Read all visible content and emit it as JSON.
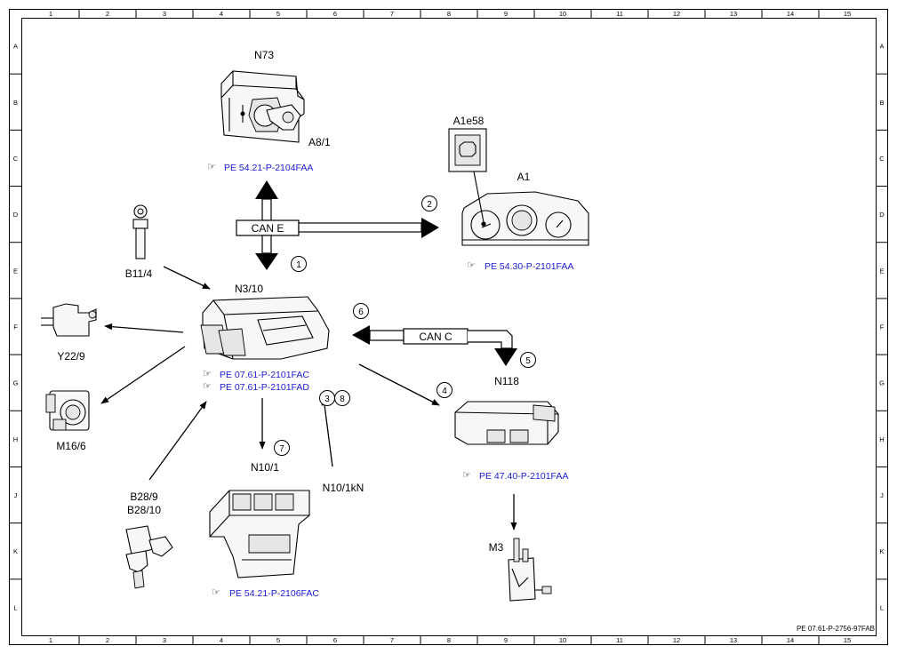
{
  "frame": {
    "col_numbers": [
      "1",
      "2",
      "3",
      "4",
      "5",
      "6",
      "7",
      "8",
      "9",
      "10",
      "11",
      "12",
      "13",
      "14",
      "15"
    ],
    "row_letters": [
      "A",
      "B",
      "C",
      "D",
      "E",
      "F",
      "G",
      "H",
      "J",
      "K",
      "L"
    ]
  },
  "components": {
    "n73": {
      "label": "N73",
      "sub_label": "A8/1",
      "ref": "PE 54.21-P-2104FAA"
    },
    "a1": {
      "label": "A1",
      "sub_label": "A1e58",
      "ref": "PE 54.30-P-2101FAA"
    },
    "b11_4": {
      "label": "B11/4"
    },
    "n3_10": {
      "label": "N3/10",
      "refs": [
        "PE 07.61-P-2101FAC",
        "PE 07.61-P-2101FAD"
      ]
    },
    "y22_9": {
      "label": "Y22/9"
    },
    "m16_6": {
      "label": "M16/6"
    },
    "b28": {
      "label_1": "B28/9",
      "label_2": "B28/10"
    },
    "n10_1": {
      "label": "N10/1",
      "ref": "PE 54.21-P-2106FAC"
    },
    "n10_1kn": {
      "label": "N10/1kN"
    },
    "n118": {
      "label": "N118",
      "ref": "PE 47.40-P-2101FAA"
    },
    "m3": {
      "label": "M3"
    }
  },
  "buses": {
    "can_e": "CAN E",
    "can_c": "CAN C"
  },
  "callouts": [
    "1",
    "2",
    "3",
    "4",
    "5",
    "6",
    "7",
    "8"
  ],
  "ref_icon": "pointing-hand-icon",
  "doc_id": "PE 07.61-P-2756-97FAB"
}
